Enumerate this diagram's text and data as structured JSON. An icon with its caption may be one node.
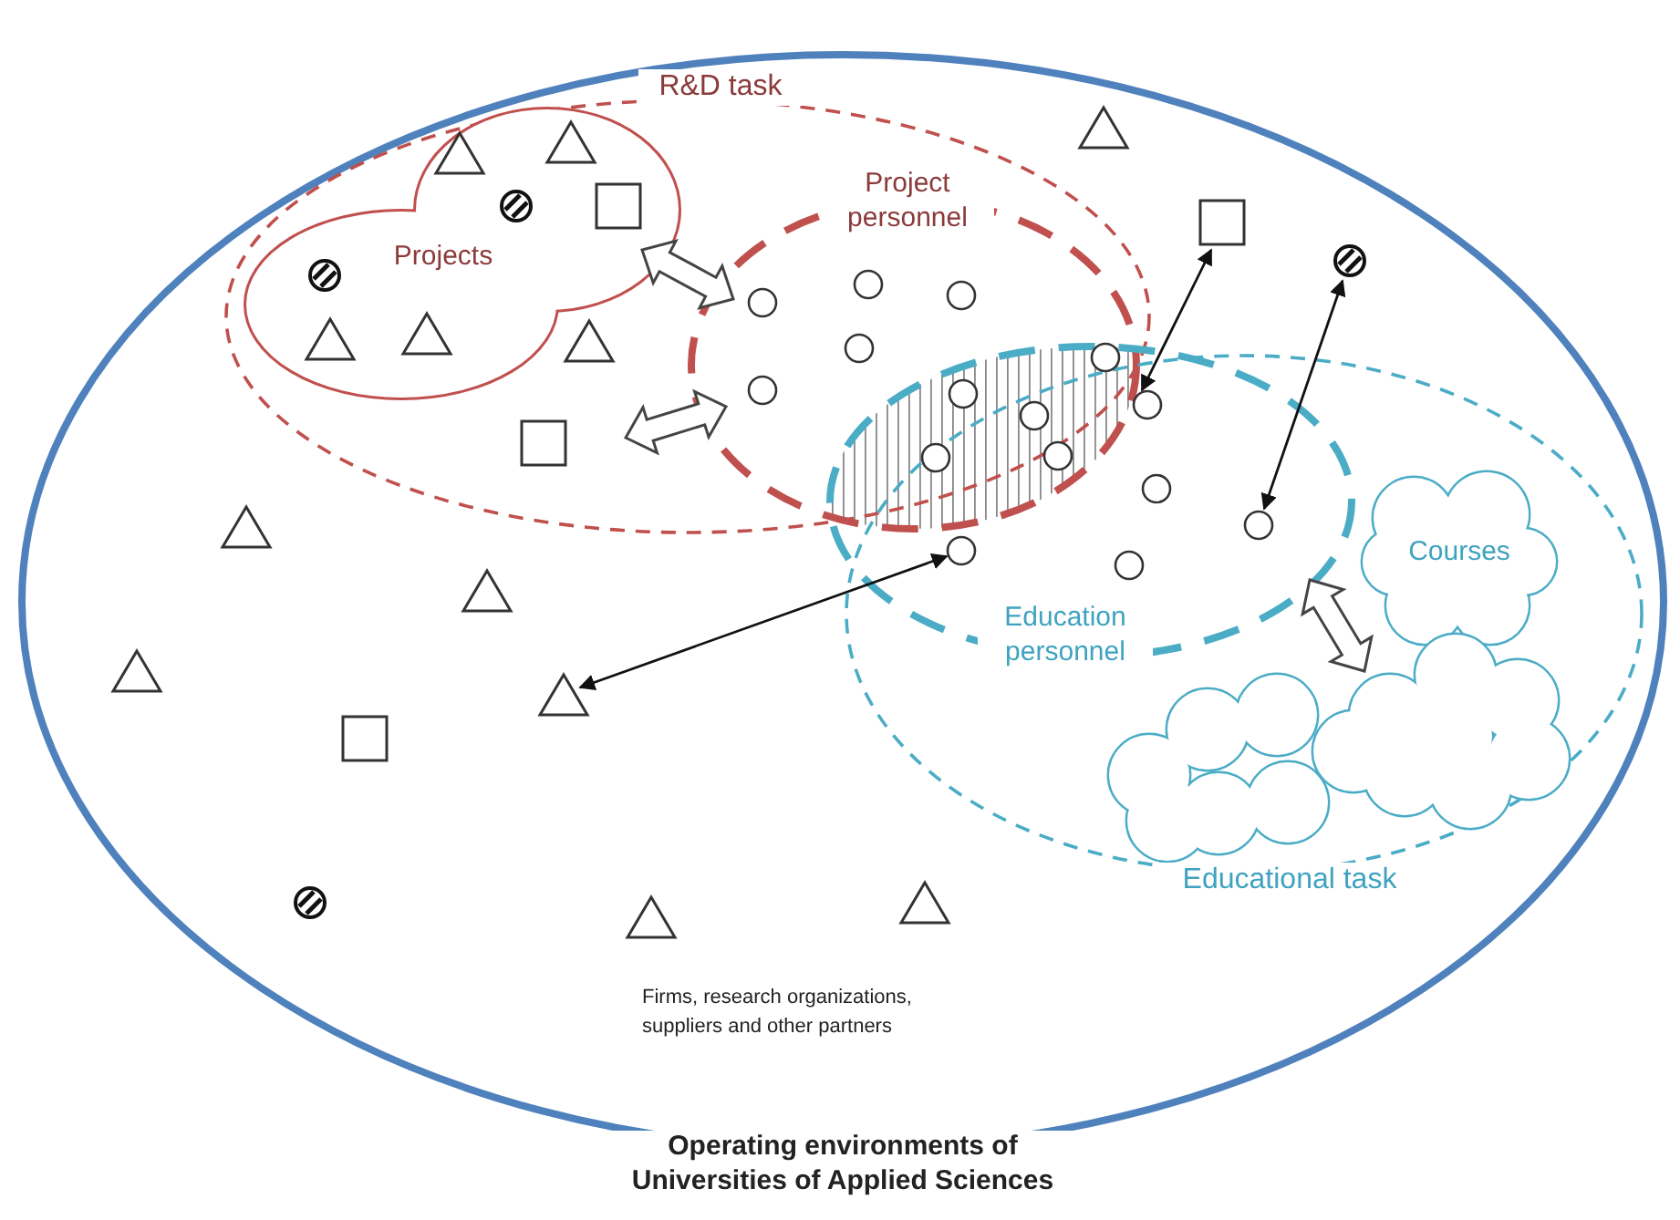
{
  "diagram": {
    "nodes": [
      {
        "text": [
          "Operating environments of Universities of Applied Sciences"
        ]
      },
      {
        "text": [
          "R&D task"
        ],
        "in": 0
      },
      {
        "text": [
          "Projects"
        ],
        "in": 1
      },
      {
        "text": [
          "Project personnel"
        ],
        "in": 1
      },
      {
        "text": [],
        "shape": "box",
        "in": 0
      },
      {
        "text": [],
        "shape": "disc",
        "in": 0
      },
      {
        "text": [
          "Education personnel"
        ],
        "in": 0
      },
      {
        "text": [],
        "shape": "circle",
        "in": 6
      },
      {
        "text": [],
        "shape": "circle",
        "in": 6
      },
      {
        "text": [],
        "shape": "circle",
        "in": 6
      },
      {
        "text": [
          "Educational task"
        ],
        "in": 0
      },
      {
        "text": [
          "Courses"
        ],
        "in": 10
      },
      {
        "text": [],
        "shape": "cloud",
        "in": 10
      },
      {
        "text": [],
        "shape": "triangle",
        "in": 0
      }
    ],
    "edges": [
      {
        "from": 2,
        "to": 3,
        "arrow": "both",
        "style": "thick"
      },
      {
        "from": null,
        "to": 3,
        "arrow": "both",
        "style": "thick"
      },
      {
        "from": 4,
        "to": 7,
        "arrow": "both"
      },
      {
        "from": 5,
        "to": 8,
        "arrow": "both"
      },
      {
        "from": 9,
        "to": 13,
        "arrow": "both"
      },
      {
        "from": 6,
        "to": 12,
        "arrow": "both",
        "style": "thick"
      }
    ],
    "labels": [
      "Firms, research organizations, suppliers and other partners"
    ]
  }
}
